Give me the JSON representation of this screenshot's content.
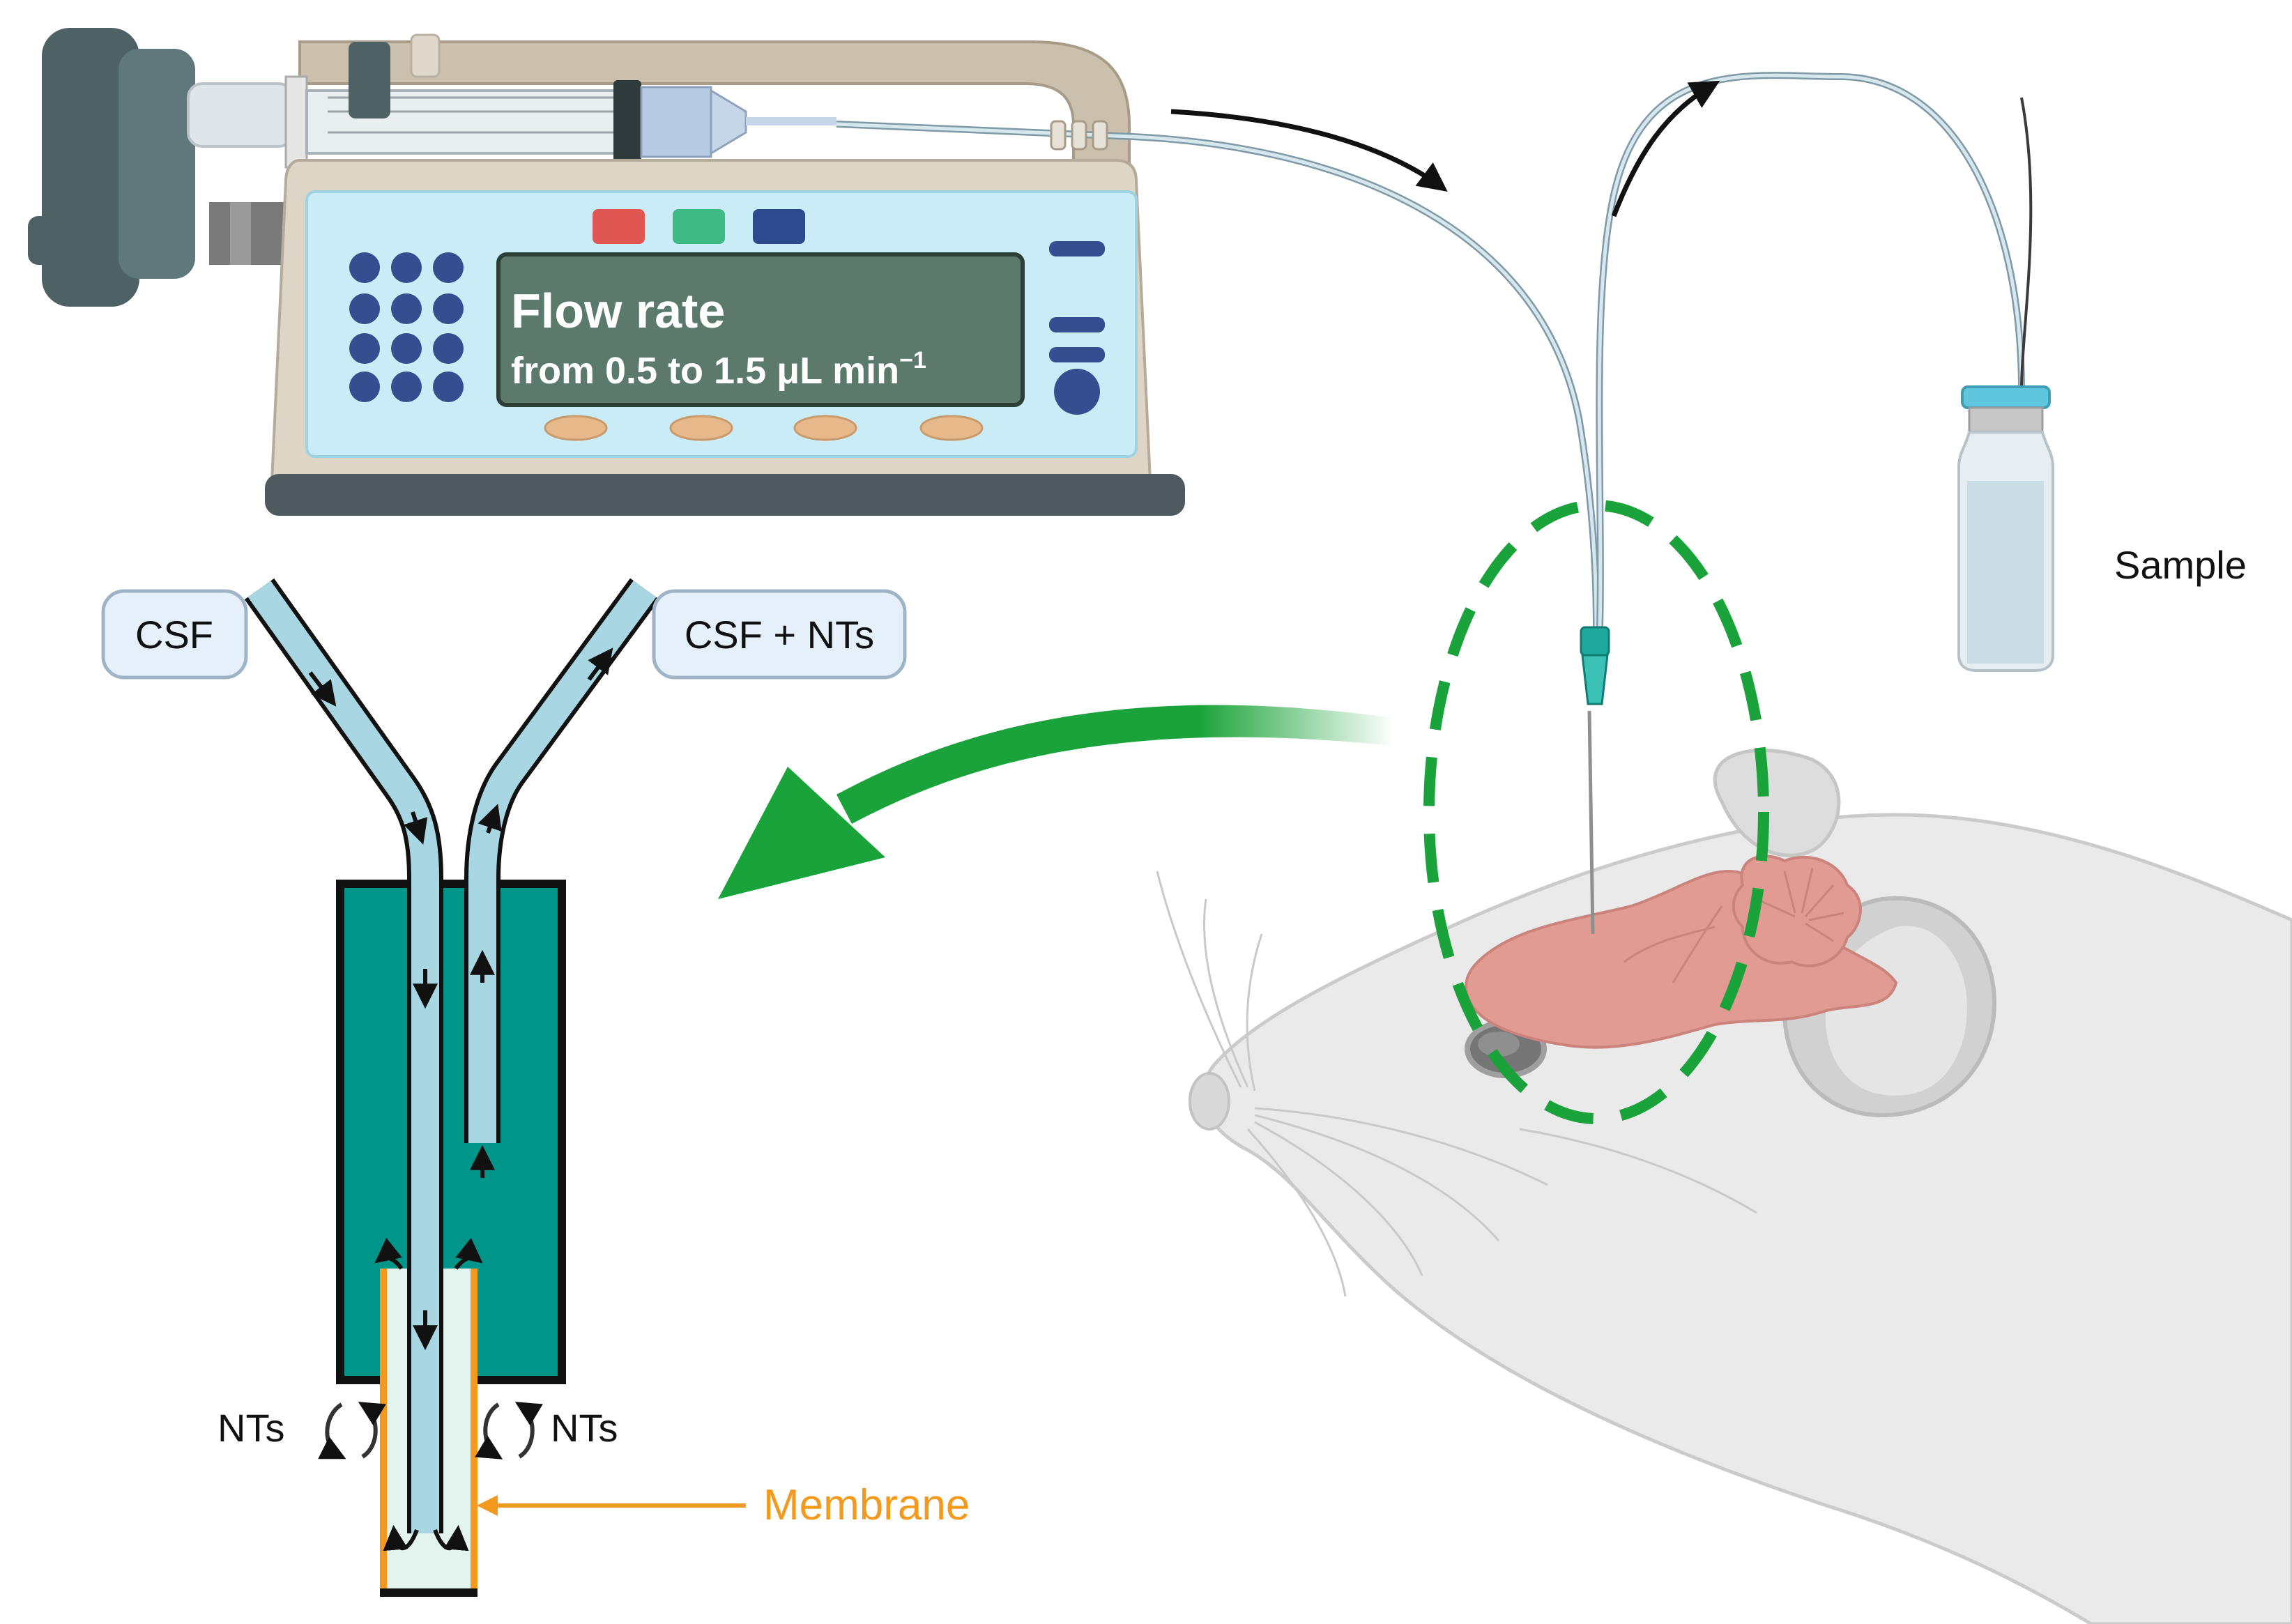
{
  "pump": {
    "display_title": "Flow rate",
    "display_range": "from 0.5 to 1.5 μL min",
    "display_unit_exponent": "−1"
  },
  "probe": {
    "inlet_label": "CSF",
    "outlet_label": "CSF + NTs",
    "left_exchange_label": "NTs",
    "right_exchange_label": "NTs",
    "membrane_label": "Membrane"
  },
  "collection": {
    "vial_label": "Sample"
  },
  "colors": {
    "pump_body": "#ddd5c6",
    "pump_screen": "#5b7a6c",
    "panel": "#c9ecf7",
    "probe_body": "#00958a",
    "tubing": "#a9d6e3",
    "membrane": "#f39a1e",
    "zoom_arrow": "#1aa33a",
    "brain": "#e0968e"
  }
}
